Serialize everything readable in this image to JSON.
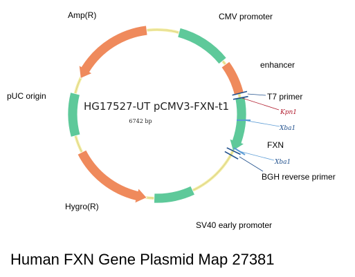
{
  "plasmid": {
    "name": "HG17527-UT pCMV3-FXN-t1",
    "size": "6742 bp"
  },
  "caption": "Human FXN Gene Plasmid Map 27381",
  "colors": {
    "backbone": "#f3eca0",
    "promoter": "#5ec99a",
    "gene": "#ef8a5c",
    "primer": "#1f4f8c",
    "kpn1": "#b0182a",
    "xba1": "#5a9bd5"
  },
  "features": [
    {
      "id": "amp",
      "label": "Amp(R)",
      "type": "gene"
    },
    {
      "id": "cmv",
      "label": "CMV promoter",
      "type": "promoter"
    },
    {
      "id": "enhancer",
      "label": "enhancer",
      "type": "gene"
    },
    {
      "id": "fxn",
      "label": "FXN",
      "type": "promoter"
    },
    {
      "id": "sv40",
      "label": "SV40 early promoter",
      "type": "promoter"
    },
    {
      "id": "hygro",
      "label": "Hygro(R)",
      "type": "gene"
    },
    {
      "id": "puc",
      "label": "pUC origin",
      "type": "promoter"
    }
  ],
  "primers": [
    {
      "label": "T7 primer"
    },
    {
      "label": "BGH reverse primer"
    }
  ],
  "sites": [
    {
      "label": "Kpn1",
      "color": "#b0182a"
    },
    {
      "label": "Xba1",
      "color": "#5a9bd5"
    },
    {
      "label": "Xba1",
      "color": "#5a9bd5"
    }
  ]
}
